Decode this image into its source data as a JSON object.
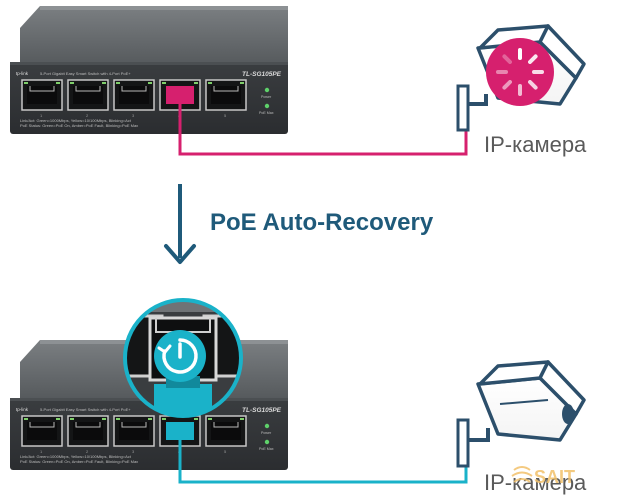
{
  "top_panel": {
    "switch_model": "TL-SG105PE",
    "switch_description": "5-Port Gigabit Easy Smart Switch with 4-Port PoE+",
    "brand": "tp-link",
    "camera_label": "IP-камера",
    "highlight_color": "#d6206e",
    "camera_state": "rebooting"
  },
  "arrow_label": "PoE Auto-Recovery",
  "bottom_panel": {
    "switch_model": "TL-SG105PE",
    "switch_description": "5-Port Gigabit Easy Smart Switch with 4-Port PoE+",
    "brand": "tp-link",
    "camera_label": "IP-камера",
    "highlight_color": "#1ab2c9",
    "recovery_icon": "power-recovery-icon"
  },
  "watermark": "SAIT"
}
